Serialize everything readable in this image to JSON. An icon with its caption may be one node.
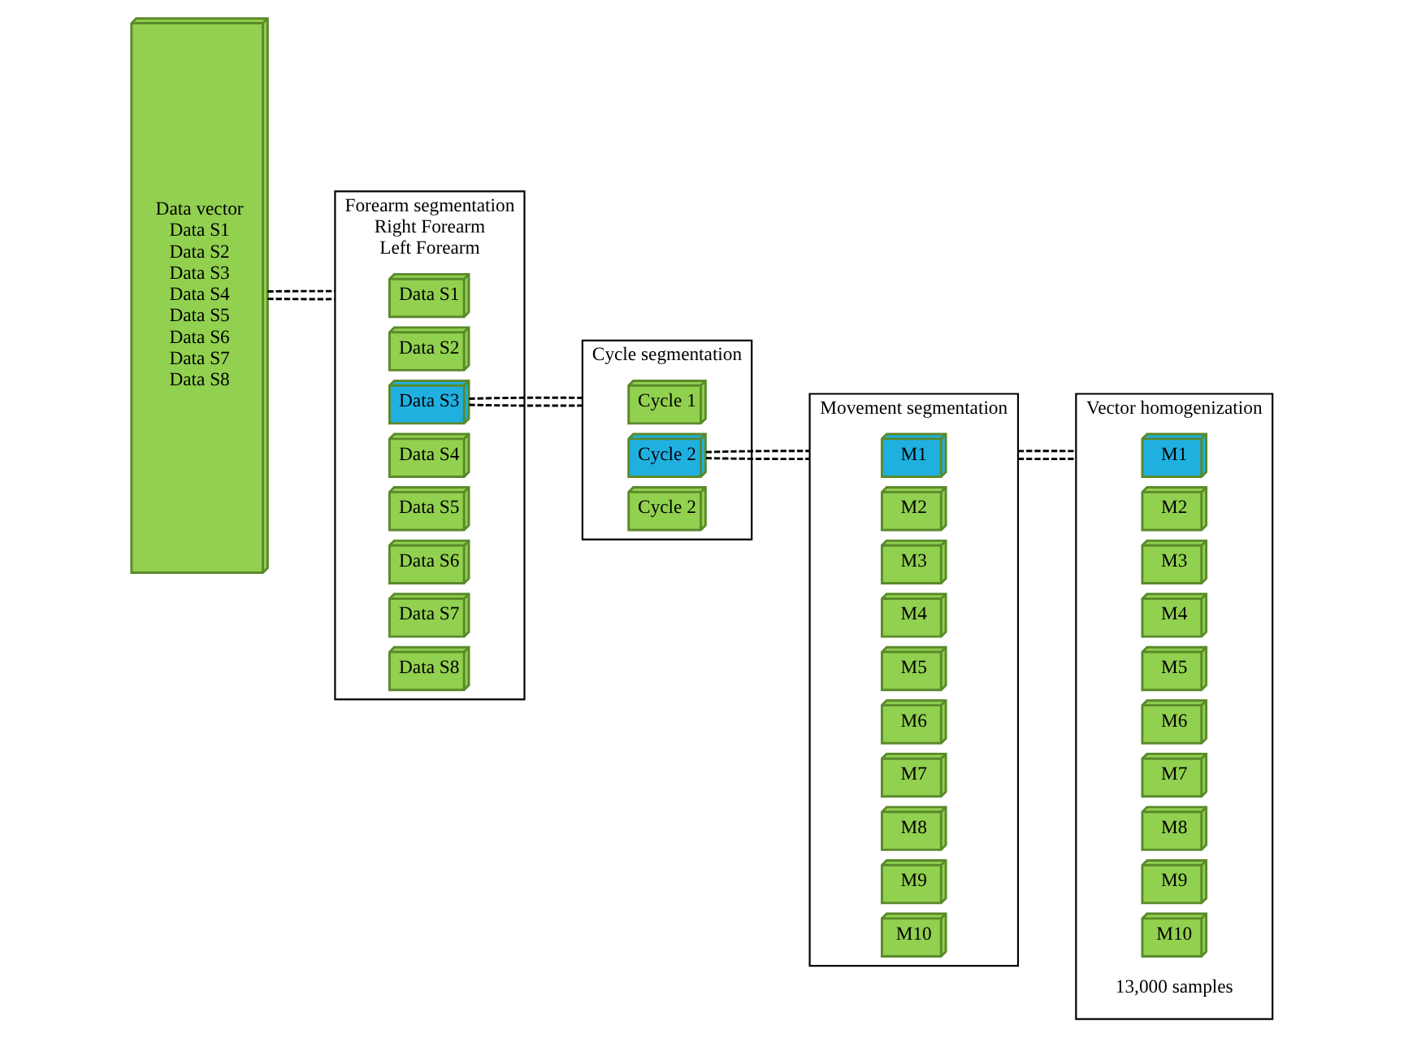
{
  "diagram": {
    "nodes": [
      {
        "text": [
          "Data vector",
          "Data S1",
          "Data S2",
          "Data S3",
          "Data S4",
          "Data S5",
          "Data S6",
          "Data S7",
          "Data S8"
        ]
      },
      {
        "text": [
          "Forearm segmentation",
          "Right Forearm",
          "Left Forearm"
        ]
      },
      {
        "text": [
          "Data S1"
        ],
        "in": 1
      },
      {
        "text": [
          "Data S2"
        ],
        "in": 1
      },
      {
        "text": [
          "Data S3"
        ],
        "in": 1
      },
      {
        "text": [
          "Data S4"
        ],
        "in": 1
      },
      {
        "text": [
          "Data S5"
        ],
        "in": 1
      },
      {
        "text": [
          "Data S6"
        ],
        "in": 1
      },
      {
        "text": [
          "Data S7"
        ],
        "in": 1
      },
      {
        "text": [
          "Data S8"
        ],
        "in": 1
      },
      {
        "text": [
          "Cycle segmentation"
        ]
      },
      {
        "text": [
          "Cycle 1"
        ],
        "in": 10
      },
      {
        "text": [
          "Cycle 2"
        ],
        "in": 10
      },
      {
        "text": [
          "Cycle 2"
        ],
        "in": 10
      },
      {
        "text": [
          "Movement segmentation"
        ]
      },
      {
        "text": [
          "M1"
        ],
        "in": 14
      },
      {
        "text": [
          "M2"
        ],
        "in": 14
      },
      {
        "text": [
          "M3"
        ],
        "in": 14
      },
      {
        "text": [
          "M4"
        ],
        "in": 14
      },
      {
        "text": [
          "M5"
        ],
        "in": 14
      },
      {
        "text": [
          "M6"
        ],
        "in": 14
      },
      {
        "text": [
          "M7"
        ],
        "in": 14
      },
      {
        "text": [
          "M8"
        ],
        "in": 14
      },
      {
        "text": [
          "M9"
        ],
        "in": 14
      },
      {
        "text": [
          "M10"
        ],
        "in": 14
      },
      {
        "text": [
          "Vector homogenization"
        ]
      },
      {
        "text": [
          "M1"
        ],
        "in": 25
      },
      {
        "text": [
          "M2"
        ],
        "in": 25
      },
      {
        "text": [
          "M3"
        ],
        "in": 25
      },
      {
        "text": [
          "M4"
        ],
        "in": 25
      },
      {
        "text": [
          "M5"
        ],
        "in": 25
      },
      {
        "text": [
          "M6"
        ],
        "in": 25
      },
      {
        "text": [
          "M7"
        ],
        "in": 25
      },
      {
        "text": [
          "M8"
        ],
        "in": 25
      },
      {
        "text": [
          "M9"
        ],
        "in": 25
      },
      {
        "text": [
          "M10"
        ],
        "in": 25
      }
    ],
    "edges": [
      {
        "from": 0,
        "to": 1,
        "arrow": "none",
        "style": "dashed"
      },
      {
        "from": 0,
        "to": 1,
        "arrow": "none",
        "style": "dashed"
      },
      {
        "from": 4,
        "to": 10,
        "arrow": "none",
        "style": "dashed"
      },
      {
        "from": 4,
        "to": 10,
        "arrow": "none",
        "style": "dashed"
      },
      {
        "from": 12,
        "to": 14,
        "arrow": "none",
        "style": "dashed"
      },
      {
        "from": 12,
        "to": 14,
        "arrow": "none",
        "style": "dashed"
      },
      {
        "from": 14,
        "to": 25,
        "arrow": "none",
        "style": "dashed"
      },
      {
        "from": 14,
        "to": 25,
        "arrow": "none",
        "style": "dashed"
      }
    ],
    "labels": [
      "13,000 samples"
    ]
  }
}
